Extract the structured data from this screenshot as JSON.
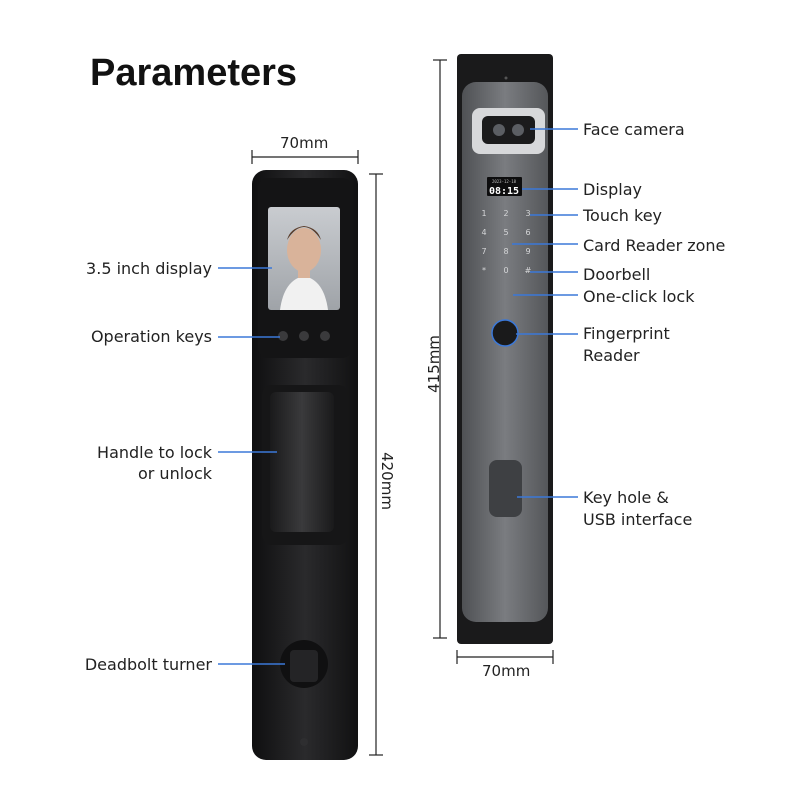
{
  "page": {
    "title": "Parameters"
  },
  "dimensions": {
    "front_width": "70mm",
    "front_height": "420mm",
    "back_width": "70mm",
    "back_height": "415mm"
  },
  "left_labels": {
    "display": "3.5 inch display",
    "operation_keys": "Operation keys",
    "handle_line1": "Handle to lock",
    "handle_line2": "or unlock",
    "deadbolt": "Deadbolt turner"
  },
  "right_labels": {
    "face_camera": "Face camera",
    "display": "Display",
    "touch_key": "Touch key",
    "card_reader": "Card Reader zone",
    "doorbell": "Doorbell",
    "one_click_lock": "One-click lock",
    "fingerprint_line1": "Fingerprint",
    "fingerprint_line2": "Reader",
    "keyhole_line1": "Key hole &",
    "keyhole_line2": "USB interface"
  },
  "lock_screen": {
    "time": "08:15",
    "date": "2023-12-18"
  },
  "keypad": [
    "1",
    "2",
    "3",
    "4",
    "5",
    "6",
    "7",
    "8",
    "9",
    "*",
    "0",
    "#"
  ],
  "colors": {
    "accent_line": "#3b78d8",
    "device_dark": "#1c1c1e",
    "panel_gray": "#6b6d70"
  }
}
